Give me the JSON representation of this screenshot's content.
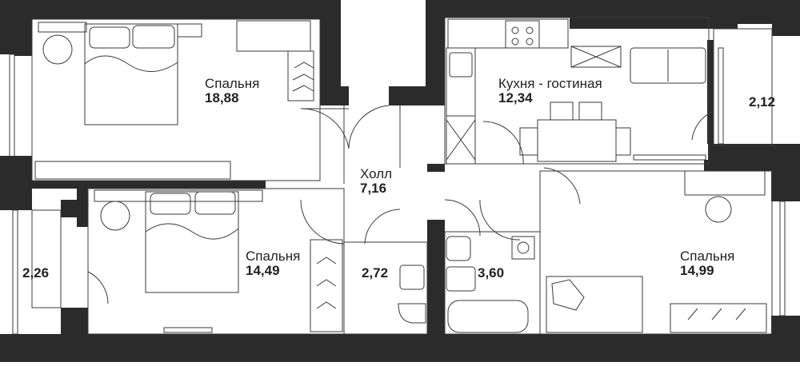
{
  "rooms": [
    {
      "name": "Спальня",
      "area": "18,88"
    },
    {
      "name": "Кухня - гостиная",
      "area": "12,34"
    },
    {
      "name": "Холл",
      "area": "7,16"
    },
    {
      "name": "Спальня",
      "area": "14,49"
    },
    {
      "name": "Спальня",
      "area": "14,99"
    }
  ],
  "balconies": [
    {
      "area": "2,12"
    },
    {
      "area": "2,26"
    }
  ],
  "bathrooms": [
    {
      "area": "2,72"
    },
    {
      "area": "3,60"
    }
  ],
  "colors": {
    "wall": "#2b2b2b",
    "line": "#3a3a3a",
    "fill": "#ffffff"
  }
}
